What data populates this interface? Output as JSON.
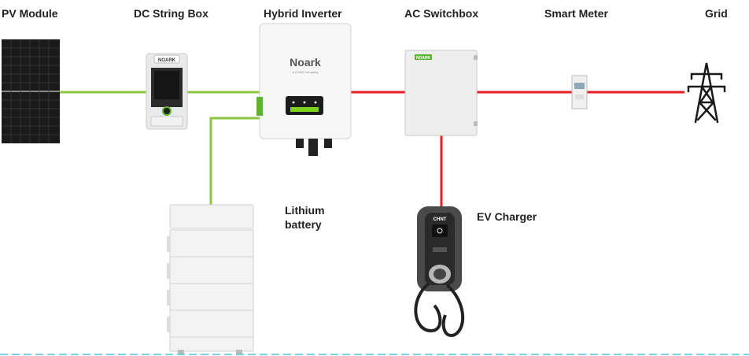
{
  "labels": {
    "pv_module": "PV Module",
    "dc_string_box": "DC String Box",
    "hybrid_inverter": "Hybrid Inverter",
    "ac_switchbox": "AC Switchbox",
    "smart_meter": "Smart Meter",
    "grid": "Grid",
    "lithium_battery_line1": "Lithium",
    "lithium_battery_line2": "battery",
    "ev_charger": "EV Charger"
  },
  "brands": {
    "inverter_logo": "Noark",
    "inverter_sub": "a CHINT company",
    "switchbox_logo": "NOARK",
    "dcbox_logo": "NOARK",
    "ev_logo": "CHNT"
  },
  "colors": {
    "dc_line": "#8cc63f",
    "ac_line": "#e31e24",
    "brand_green": "#5cb531",
    "baseline": "#4fc3d9"
  }
}
